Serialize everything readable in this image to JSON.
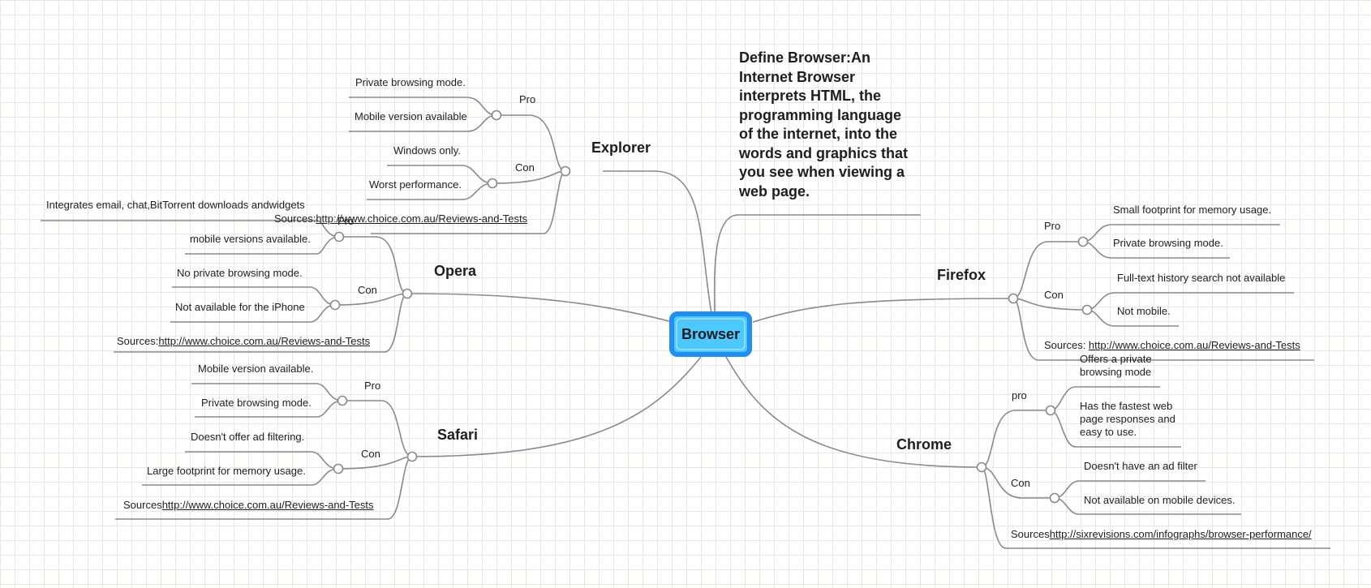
{
  "root": "Browser",
  "definition": "Define Browser:An Internet Browser interprets HTML, the programming language of the internet, into the words and graphics that you see when viewing a web page.",
  "explorer": {
    "title": "Explorer",
    "pro_label": "Pro",
    "pros": [
      "Private browsing mode.",
      "Mobile version available"
    ],
    "con_label": "Con",
    "cons": [
      "Windows only.",
      "Worst performance."
    ],
    "sources_label": "Sources:",
    "sources_link": "http://www.choice.com.au/Reviews-and-Tests"
  },
  "opera": {
    "title": "Opera",
    "pro_label": "Pro",
    "pros": [
      "Integrates email, chat,BitTorrent downloads andwidgets",
      "mobile versions available."
    ],
    "con_label": "Con",
    "cons": [
      "No private browsing mode.",
      "Not available for the iPhone"
    ],
    "sources_label": "Sources:",
    "sources_link": "http://www.choice.com.au/Reviews-and-Tests"
  },
  "safari": {
    "title": "Safari",
    "pro_label": "Pro",
    "pros": [
      "Mobile version available.",
      "Private browsing mode."
    ],
    "con_label": "Con",
    "cons": [
      "Doesn't offer ad filtering.",
      "Large footprint for memory usage."
    ],
    "sources_label": "Sources",
    "sources_link": "http://www.choice.com.au/Reviews-and-Tests"
  },
  "firefox": {
    "title": "Firefox",
    "pro_label": "Pro",
    "pros": [
      "Small footprint for memory usage.",
      "Private browsing mode."
    ],
    "con_label": "Con",
    "cons": [
      "Full-text history search not available",
      "Not mobile."
    ],
    "sources_label": "Sources: ",
    "sources_link": "http://www.choice.com.au/Reviews-and-Tests"
  },
  "chrome": {
    "title": "Chrome",
    "pro_label": "pro",
    "pros": [
      "Offers a private browsing mode",
      "Has the fastest web page responses and easy to use."
    ],
    "con_label": "Con",
    "cons": [
      "Doesn't have an ad filter",
      "Not available on mobile devices."
    ],
    "sources_label": "Sources",
    "sources_link": "http://sixrevisions.com/infographs/browser-performance/"
  },
  "colors": {
    "line": "#888888",
    "root_fill": "#4cc9ff",
    "root_border": "#1f8ff5",
    "grid": "#e4ecd9"
  }
}
